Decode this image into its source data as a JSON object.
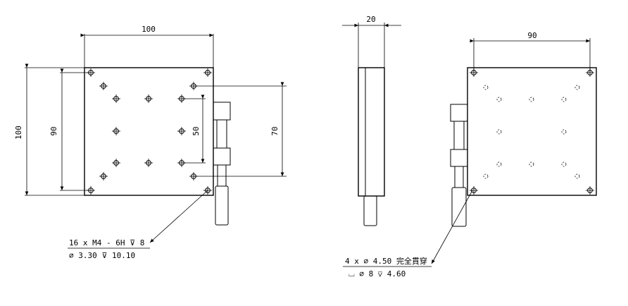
{
  "colors": {
    "line": "#000000",
    "background": "#ffffff"
  },
  "front_view": {
    "dim_top_width": "100",
    "dim_left_outer": "100",
    "dim_left_inner": "90",
    "dim_right_50": "50",
    "dim_right_70": "70",
    "callout_line1": "16 x  M4 - 6H ⊽ 8",
    "callout_line2": "⌀ 3.30 ⊽ 10.10"
  },
  "side_view": {
    "dim_thickness": "20"
  },
  "back_view": {
    "dim_top_width": "90",
    "callout_line1": "4 x ⌀ 4.50 完全貫穿",
    "callout_line2": "⌴ ⌀ 8 ⊽ 4.60"
  }
}
